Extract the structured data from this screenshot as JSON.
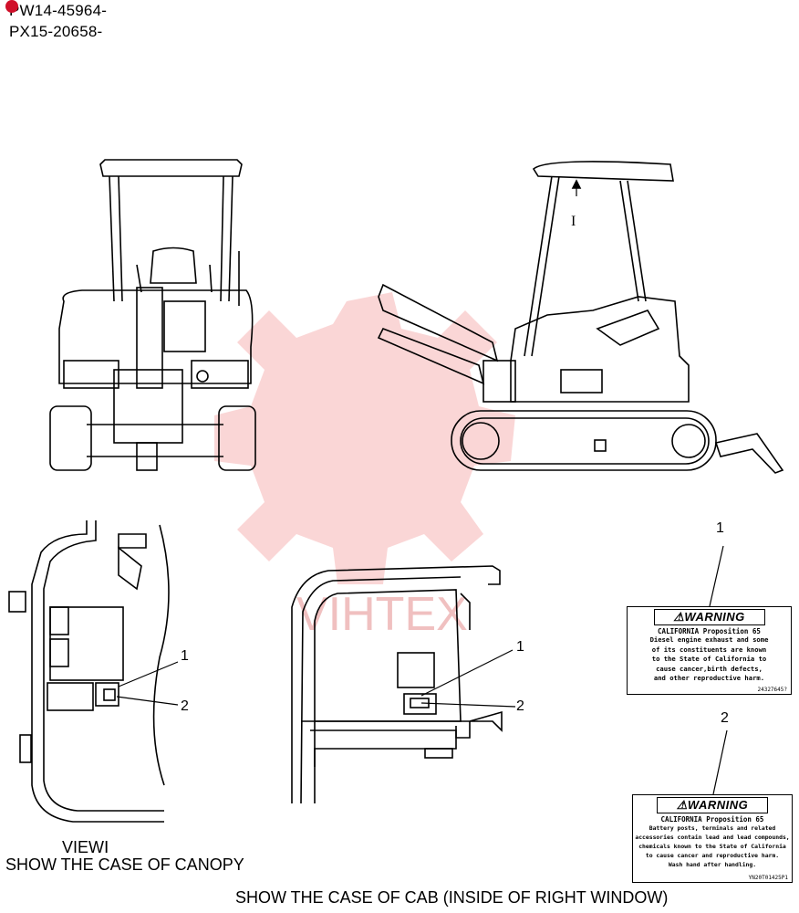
{
  "serials": [
    "PW14-45964-",
    "PX15-20658-"
  ],
  "view_marker": "I",
  "callouts": {
    "left_1": "1",
    "left_2": "2",
    "mid_1": "1",
    "mid_2": "2",
    "right_1": "1",
    "right_2": "2"
  },
  "captions": {
    "view": "VIEWⅠ",
    "canopy": "SHOW THE CASE OF CANOPY",
    "cab": "SHOW THE CASE OF CAB (INSIDE OF RIGHT WINDOW)"
  },
  "label_1": {
    "heading": "WARNING",
    "title": "CALIFORNIA Proposition 65",
    "lines": [
      "Diesel engine exhaust and some",
      "of its constituents are known",
      "to the State of California to",
      "cause cancer,birth defects,",
      "and other reproductive harm."
    ],
    "code": "24327645?"
  },
  "label_2": {
    "heading": "WARNING",
    "title": "CALIFORNIA Proposition 65",
    "lines": [
      "Battery posts, terminals and related",
      "accessories contain lead and lead compounds,",
      "chemicals known to the State of California",
      "to cause cancer and reproductive harm.",
      "Wash hand after handling."
    ],
    "code": "YN20T01425P1"
  },
  "watermark": "VIHTEX",
  "colors": {
    "ink": "#000000",
    "watermark": "#f0a0a0",
    "dot": "#d0102a"
  }
}
